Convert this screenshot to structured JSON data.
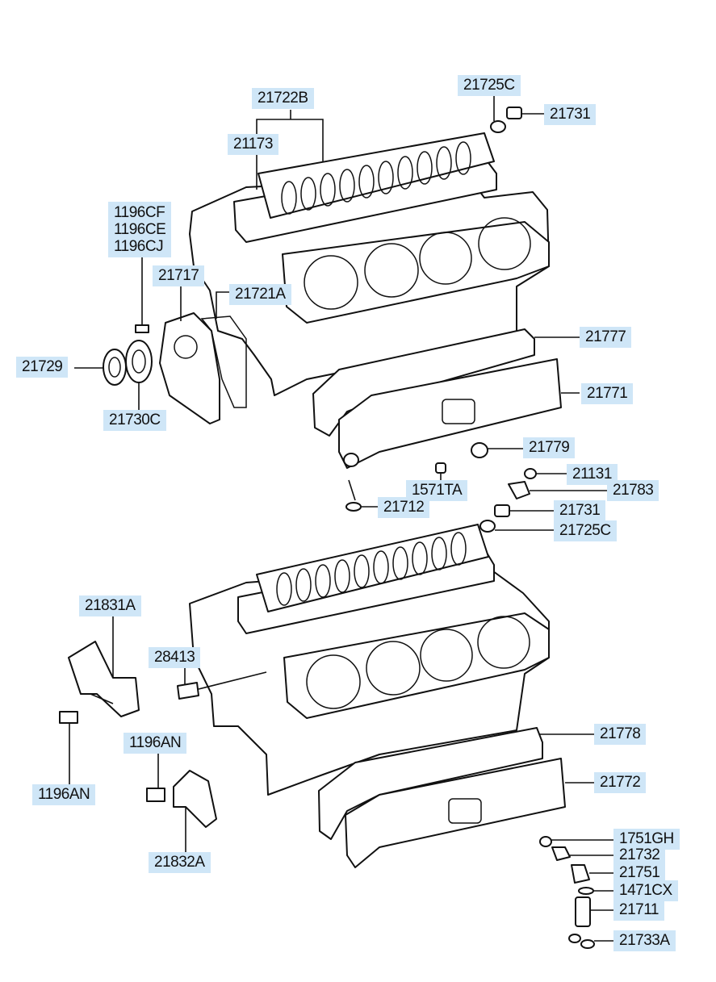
{
  "diagram": {
    "labels": {
      "p21722B": "21722B",
      "p21725C_top": "21725C",
      "p21731_top": "21731",
      "p21173": "21173",
      "p1196C": "1196CF\n1196CE\n1196CJ",
      "p21717": "21717",
      "p21721A": "21721A",
      "p21729": "21729",
      "p21730C": "21730C",
      "p21777": "21777",
      "p21771": "21771",
      "p21779": "21779",
      "p21131": "21131",
      "p21783": "21783",
      "p1571TA": "1571TA",
      "p21712": "21712",
      "p21731_mid": "21731",
      "p21725C_mid": "21725C",
      "p21831A": "21831A",
      "p28413": "28413",
      "p1196AN_mid": "1196AN",
      "p1196AN_left": "1196AN",
      "p21832A": "21832A",
      "p21778": "21778",
      "p21772": "21772",
      "p1751GH": "1751GH",
      "p21732": "21732",
      "p21751": "21751",
      "p1471CX": "1471CX",
      "p21711": "21711",
      "p21733A": "21733A"
    }
  }
}
